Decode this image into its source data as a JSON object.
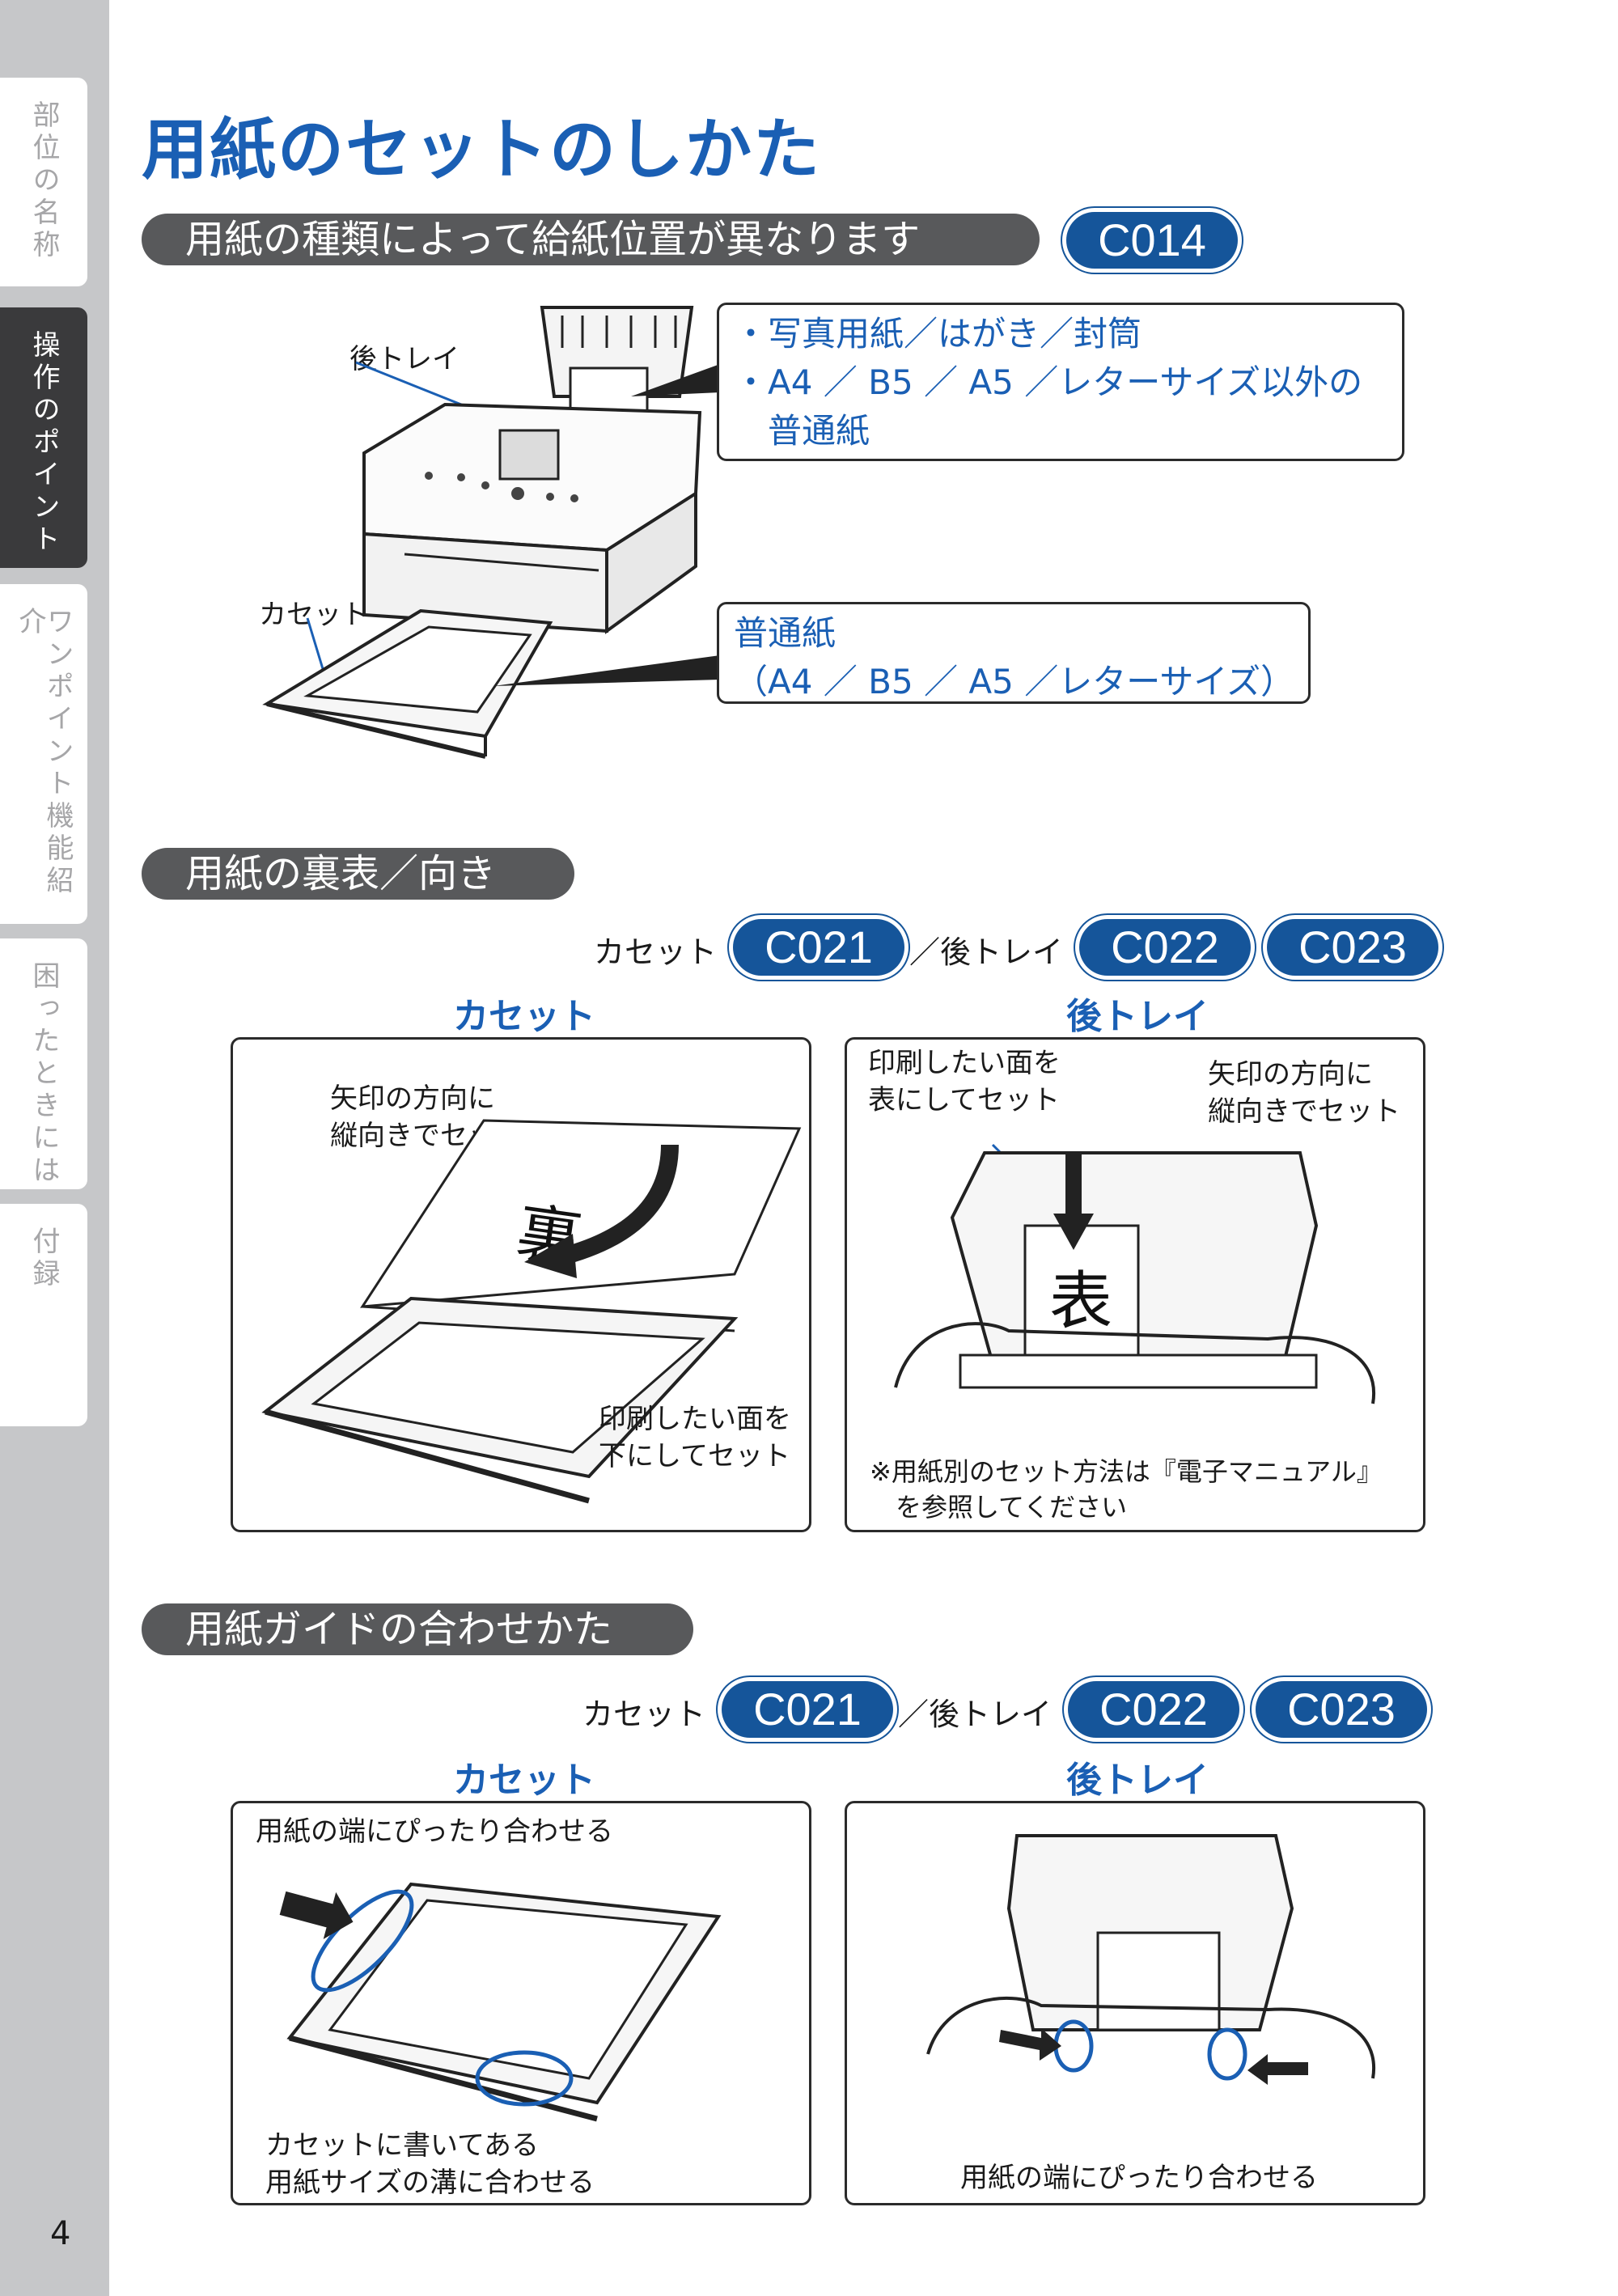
{
  "sidebar": {
    "tabs": [
      {
        "label": "部位の名称",
        "active": false
      },
      {
        "label": "操作のポイント",
        "active": true
      },
      {
        "label": "ワンポイント機能紹介",
        "active": false
      },
      {
        "label": "困ったときには",
        "active": false
      },
      {
        "label": "付録",
        "active": false
      }
    ],
    "page_number": "4"
  },
  "page_title": "用紙のセットのしかた",
  "section1": {
    "heading": "用紙の種類によって給紙位置が異なります",
    "code": "C014",
    "label_rear_tray": "後トレイ",
    "label_cassette": "カセット",
    "rear_box_lines": [
      "・写真用紙／はがき／封筒",
      "・A4 ／ B5 ／ A5 ／レターサイズ以外の",
      "　普通紙"
    ],
    "cassette_box_lines": [
      "普通紙",
      "（A4 ／ B5 ／ A5 ／レターサイズ）"
    ]
  },
  "section2": {
    "heading": "用紙の裏表／向き",
    "ref_prefix": "カセット",
    "ref_mid": "／後トレイ",
    "codes": [
      "C021",
      "C022",
      "C023"
    ],
    "caption_left": "カセット",
    "caption_right": "後トレイ",
    "left_text_top": "矢印の方向に\n縦向きでセット",
    "left_paper_mark": "裏",
    "left_text_bottom": "印刷したい面を\n下にしてセット",
    "right_text_left": "印刷したい面を\n表にしてセット",
    "right_text_right": "矢印の方向に\n縦向きでセット",
    "right_paper_mark": "表",
    "right_note": "※用紙別のセット方法は『電子マニュアル』\n　を参照してください"
  },
  "section3": {
    "heading": "用紙ガイドの合わせかた",
    "ref_prefix": "カセット",
    "ref_mid": "／後トレイ",
    "codes": [
      "C021",
      "C022",
      "C023"
    ],
    "caption_left": "カセット",
    "caption_right": "後トレイ",
    "left_text_top": "用紙の端にぴったり合わせる",
    "left_text_bottom": "カセットに書いてある\n用紙サイズの溝に合わせる",
    "right_text_bottom": "用紙の端にぴったり合わせる"
  },
  "colors": {
    "accent_blue": "#1a5fb4",
    "code_blue": "#15559a",
    "pill_gray": "#58595b",
    "sidebar_gray": "#c6c7c9"
  }
}
